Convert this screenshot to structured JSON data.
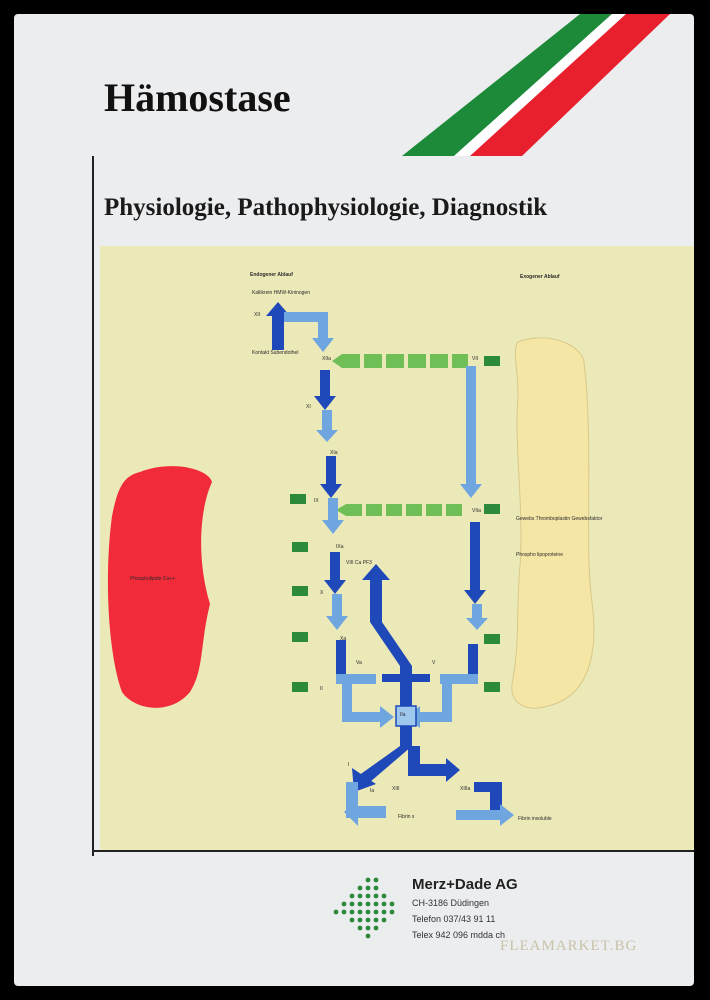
{
  "cover": {
    "title": "Hämostase",
    "subtitle": "Physiologie, Pathophysiologie, Diagnostik"
  },
  "diagram": {
    "labels": {
      "intrinsic": "Endogener Ablauf",
      "extrinsic": "Exogener Ablauf",
      "kallikrein": "Kallikrein HMW-Kininogen",
      "contact": "Kontakt Subendothel",
      "xii": "XII",
      "xiia": "XIIa",
      "xi": "XI",
      "xia": "XIa",
      "ix": "IX",
      "ixa": "IXa",
      "viii": "VIII Ca PF3",
      "viia": "VIIa",
      "vii": "VII",
      "x": "X",
      "xa": "Xa",
      "va": "Va",
      "v": "V",
      "ii": "II",
      "iia": "IIa",
      "i": "I",
      "ia": "Ia",
      "xiii": "XIII",
      "xiiia": "XIIIa",
      "fibrin": "Fibrin s",
      "fibrin_insoluble": "Fibrin insoluble",
      "red_region": "Phospholipide Ca++",
      "yellow_region_1": "Gewebs Thromboplastin Gewebsfaktor",
      "yellow_region_2": "Phospho lipoproteine"
    }
  },
  "publisher": {
    "name": "Merz+Dade AG",
    "address": "CH-3186 Düdingen",
    "phone": "Telefon 037/43 91 11",
    "telex": "Telex 942 096 mdda ch"
  },
  "watermark": "FLEAMARKET.BG",
  "colors": {
    "green_stripe": "#1d8a3a",
    "red_stripe": "#e8202e",
    "diagram_bg": "#ece9b8",
    "dark_blue": "#1f49b8",
    "light_blue": "#6fa6e0",
    "green_box": "#2c8a3a",
    "red_region": "#f22b3a",
    "yellow_region": "#f5e6a6"
  }
}
